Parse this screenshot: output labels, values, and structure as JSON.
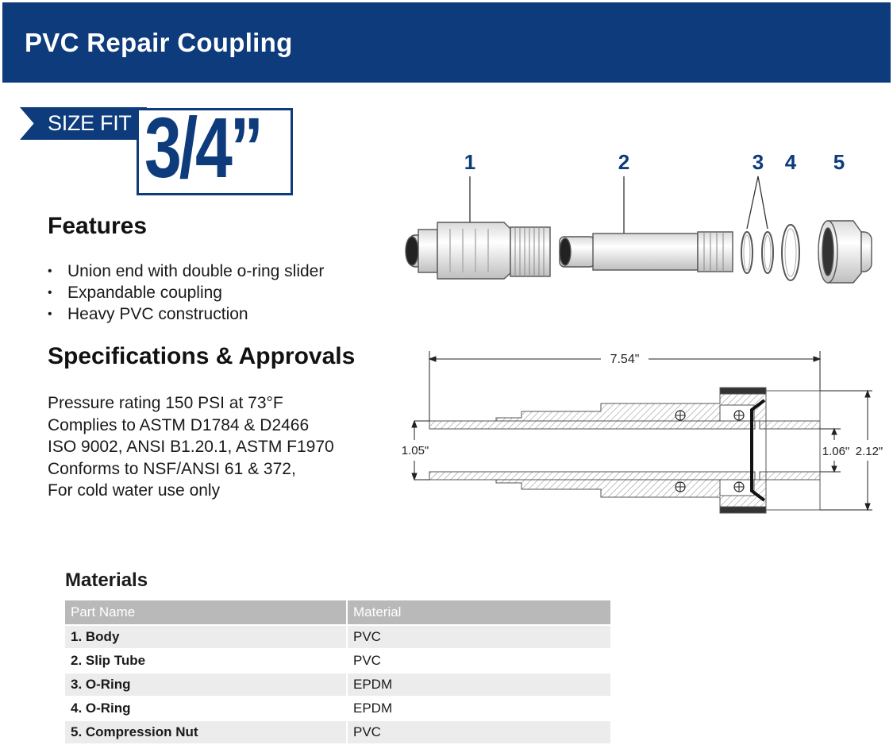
{
  "header": {
    "title": "PVC Repair Coupling"
  },
  "size": {
    "label": "SIZE FIT",
    "value": "3/4”"
  },
  "features": {
    "title": "Features",
    "items": [
      "Union end with double o-ring slider",
      "Expandable coupling",
      "Heavy PVC construction"
    ]
  },
  "specs": {
    "title": "Specifications & Approvals",
    "lines": [
      "Pressure rating 150 PSI at 73°F",
      "Complies to ASTM D1784 & D2466",
      "ISO 9002, ANSI B1.20.1, ASTM F1970",
      "Conforms to NSF/ANSI 61 & 372,",
      "For cold water use only"
    ]
  },
  "exploded_view": {
    "callouts": [
      "1",
      "2",
      "3",
      "4",
      "5"
    ]
  },
  "dimensions": {
    "overall_length": "7.54\"",
    "left_od": "1.05\"",
    "right_id": "1.06\"",
    "nut_od": "2.12\""
  },
  "materials": {
    "title": "Materials",
    "headers": [
      "Part Name",
      "Material"
    ],
    "rows": [
      {
        "part": "1. Body",
        "material": "PVC"
      },
      {
        "part": "2. Slip Tube",
        "material": "PVC"
      },
      {
        "part": "3. O-Ring",
        "material": "EPDM"
      },
      {
        "part": "4. O-Ring",
        "material": "EPDM"
      },
      {
        "part": "5. Compression Nut",
        "material": "PVC"
      }
    ]
  },
  "colors": {
    "brand_blue": "#0d3b7c",
    "table_header_gray": "#b9b9b9",
    "row_stripe": "#ececec"
  }
}
